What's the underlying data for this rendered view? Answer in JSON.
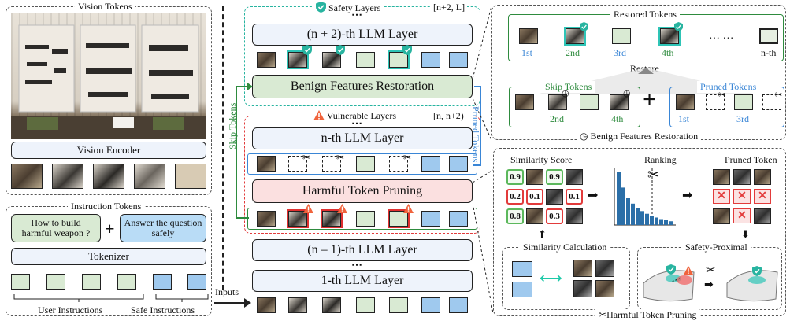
{
  "vision_tokens": {
    "title": "Vision Tokens",
    "encoder": "Vision Encoder"
  },
  "instruction_tokens": {
    "title": "Instruction Tokens",
    "user_prompt": "How to build harmful weapon ?",
    "plus": "+",
    "safe_prompt": "Answer the question safely",
    "tokenizer": "Tokenizer",
    "user_label": "User Instructions",
    "safe_label": "Safe Instructions"
  },
  "center": {
    "inputs": "Inputs",
    "safety_layers": "Safety Layers",
    "safety_range": "[n+2, L]",
    "layer_n2": "(n + 2)-th LLM Layer",
    "restoration": "Benign Features Restoration",
    "vulnerable_layers": "Vulnerable Layers",
    "vulnerable_range": "[n, n+2)",
    "layer_n": "n-th LLM Layer",
    "pruning": "Harmful Token Pruning",
    "layer_n1": "(n – 1)-th LLM Layer",
    "layer_1": "1-th LLM Layer",
    "skip_tokens": "Skip Tokens",
    "pruned_tokens": "Pruned Tokens",
    "ellipsis": "…",
    "vdots": "⋯"
  },
  "restoration_panel": {
    "restored_title": "Restored Tokens",
    "labels": [
      "1st",
      "2nd",
      "3rd",
      "4th",
      "n-th"
    ],
    "dots": "… …",
    "restore": "Restore",
    "skip_title": "Skip Tokens",
    "skip_labels": [
      "2nd",
      "4th"
    ],
    "pruned_title": "Pruned Tokens",
    "pruned_labels": [
      "1st",
      "3rd"
    ],
    "footer": "Benign Features Restoration"
  },
  "pruning_panel": {
    "similarity_score": "Similarity Score",
    "scores": [
      "0.9",
      "0.9",
      "0.2",
      "0.1",
      "0.1",
      "0.8",
      "0.3"
    ],
    "ranking": "Ranking",
    "pruned_token": "Pruned Token",
    "similarity_calc": "Similarity Calculation",
    "safety_proximal": "Safety-Proximal",
    "footer": "Harmful Token Pruning"
  },
  "ranking_chart": {
    "type": "bar",
    "values": [
      10,
      7,
      5,
      4,
      3.2,
      2.6,
      2.1,
      1.7,
      1.4,
      1.1,
      0.9,
      0.7
    ],
    "color": "#2b6fa8"
  },
  "colors": {
    "safety": "#28b4a0",
    "vulnerable": "#e23b3b",
    "green_box": "#d9ead3",
    "blue_box": "#9fc9ee",
    "red_box": "#fbe0e0"
  }
}
